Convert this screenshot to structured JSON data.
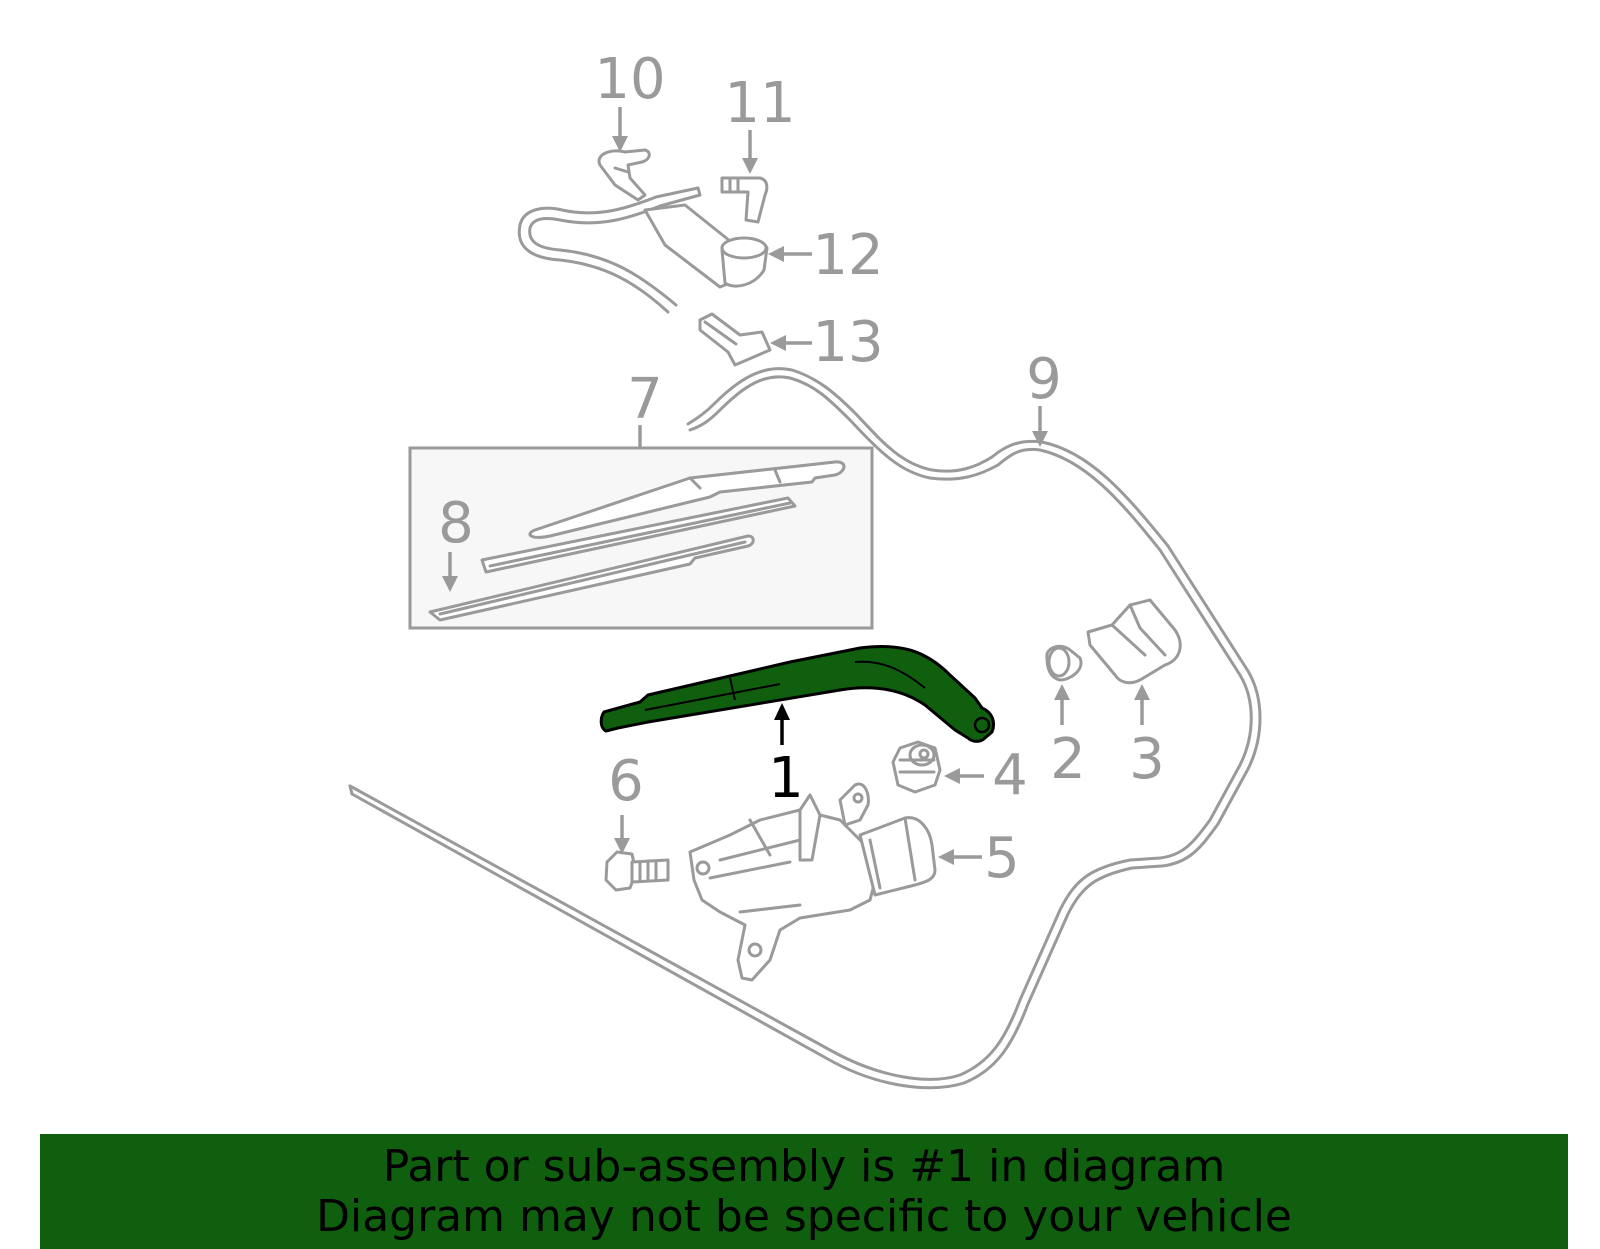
{
  "callouts": {
    "p1": "1",
    "p2": "2",
    "p3": "3",
    "p4": "4",
    "p5": "5",
    "p6": "6",
    "p7": "7",
    "p8": "8",
    "p9": "9",
    "p10": "10",
    "p11": "11",
    "p12": "12",
    "p13": "13"
  },
  "highlight_part": "1",
  "colors": {
    "highlight": "#0f5f0f",
    "line": "#9a9a9a",
    "banner": "#0f5f0f"
  },
  "banner": {
    "line1": "Part or sub-assembly is #1 in diagram",
    "line2": "Diagram may not be specific to your vehicle"
  }
}
